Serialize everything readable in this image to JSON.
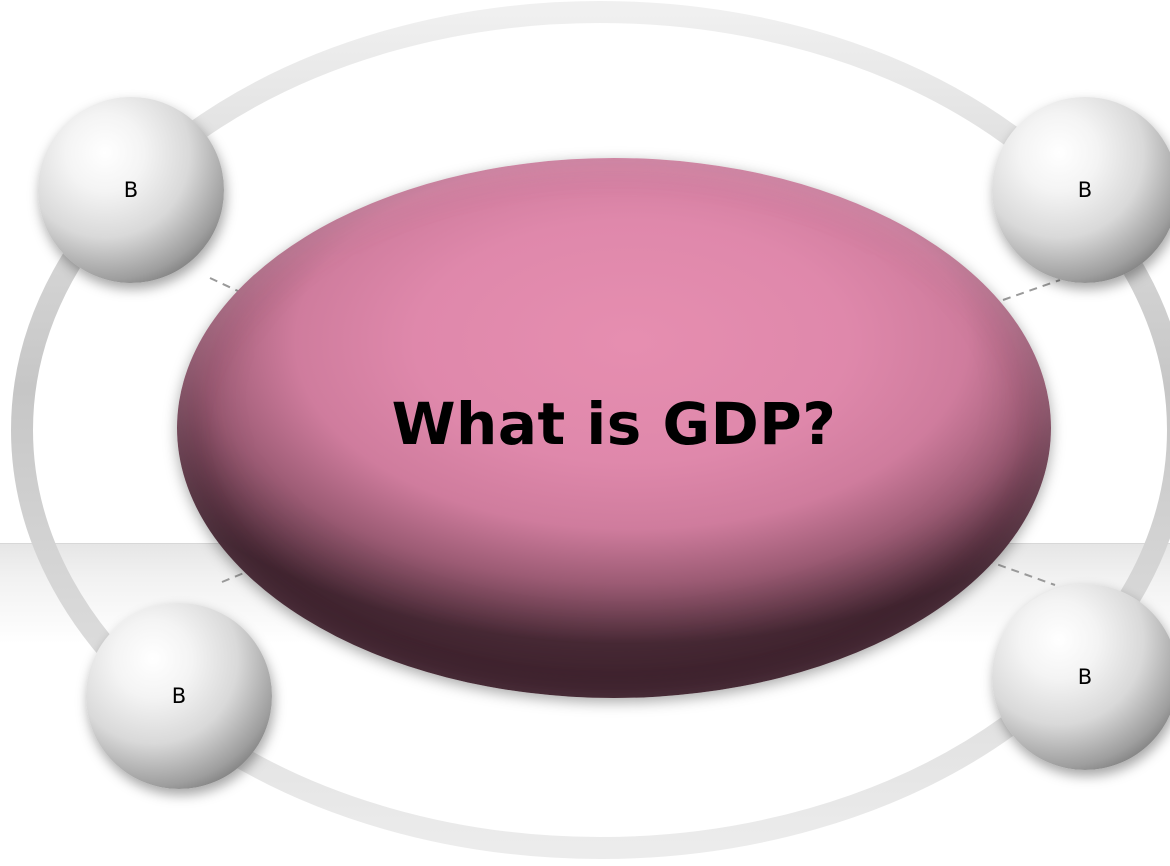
{
  "diagram": {
    "center_title": "What is GDP?",
    "nodes": [
      {
        "id": "top-left",
        "label": "B"
      },
      {
        "id": "top-right",
        "label": "B"
      },
      {
        "id": "bottom-left",
        "label": "B"
      },
      {
        "id": "bottom-right",
        "label": "B"
      }
    ]
  },
  "colors": {
    "center_fill": "#df88ab",
    "orbit_ring": "#c8c8c8",
    "sphere_highlight": "#ffffff",
    "sphere_shadow": "#3a3a3a"
  }
}
